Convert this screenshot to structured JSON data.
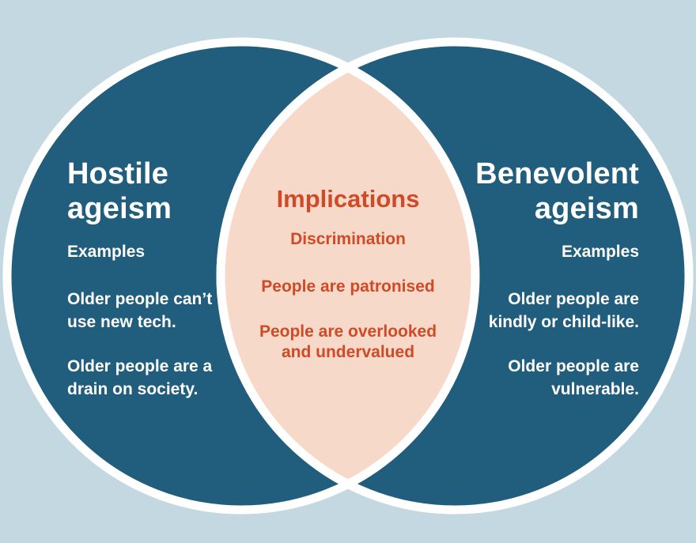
{
  "diagram": {
    "type": "venn",
    "colors": {
      "background": "#c3d8e0",
      "circle_fill": "#215d7d",
      "overlap_fill": "#f7d9ca",
      "border": "#ffffff",
      "circle_text": "#ffffff",
      "overlap_text": "#cf4a27"
    },
    "left_circle": {
      "title": "Hostile\nageism",
      "subtitle": "Examples",
      "items": [
        "Older people can’t\nuse new tech.",
        "Older people are a\ndrain on society."
      ]
    },
    "overlap": {
      "title": "Implications",
      "items": [
        "Discrimination",
        "People are patronised",
        "People are overlooked\nand undervalued"
      ]
    },
    "right_circle": {
      "title": "Benevolent\nageism",
      "subtitle": "Examples",
      "items": [
        "Older people are\nkindly or child-like.",
        "Older people are\nvulnerable."
      ]
    }
  }
}
